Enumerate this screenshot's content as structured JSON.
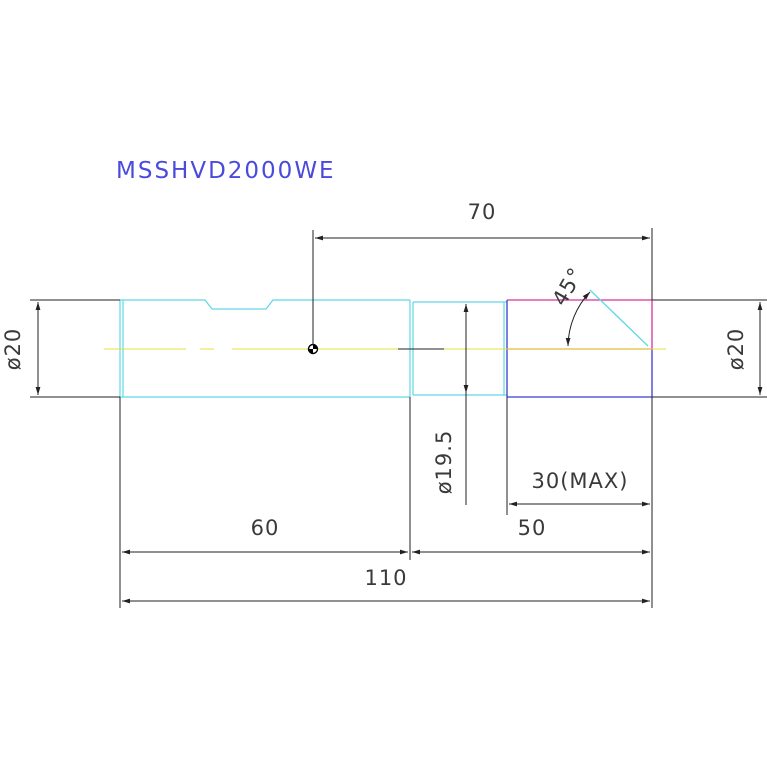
{
  "drawing": {
    "part_code": "MSSHVD2000WE",
    "dimensions": {
      "length_between_centers": "70",
      "diameter_left": "ø20",
      "diameter_right": "ø20",
      "diameter_middle": "ø19.5",
      "chamfer_angle": "45°",
      "cone_length": "30(MAX)",
      "section_left": "60",
      "section_right": "50",
      "overall_length": "110"
    }
  },
  "colors": {
    "title": "#4a4adc",
    "outline_cyan": "#5fd8e6",
    "cone_magenta": "#d8309a",
    "cone_red": "#e23232",
    "cone_blue": "#3a3ad0",
    "centerline_yellow": "#e0e040",
    "dimension": "#222222"
  },
  "icons": {
    "center_point": "datum-target-icon"
  }
}
